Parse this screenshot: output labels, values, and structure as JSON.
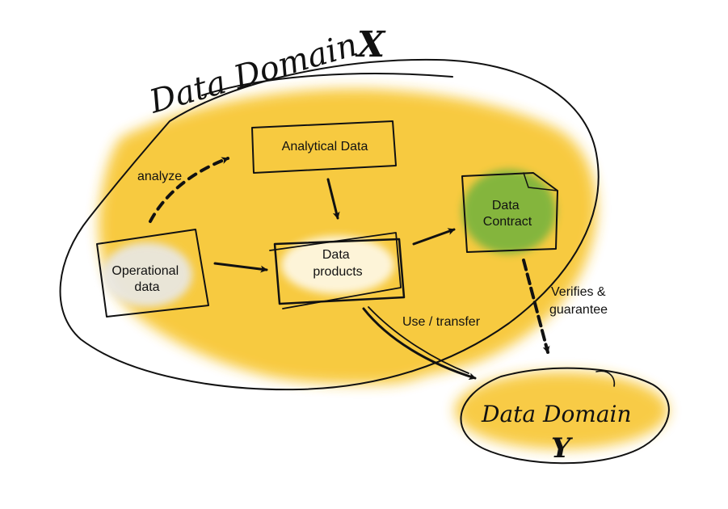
{
  "diagram": {
    "domain_x_title": "Data Domain",
    "domain_x_mark": "X",
    "domain_y_title": "Data Domain",
    "domain_y_mark": "Y",
    "nodes": {
      "operational": [
        "Operational",
        "data"
      ],
      "analytical": "Analytical Data",
      "products": [
        "Data",
        "products"
      ],
      "contract": [
        "Data",
        "Contract"
      ]
    },
    "edges": {
      "analyze": "analyze",
      "use_transfer": "Use / transfer",
      "verifies": [
        "Verifies &",
        "guarantee"
      ]
    }
  },
  "colors": {
    "highlight": "#f7c325",
    "contract_fill": "#6fb23c",
    "ink": "#111111",
    "paper": "#ffffff"
  }
}
